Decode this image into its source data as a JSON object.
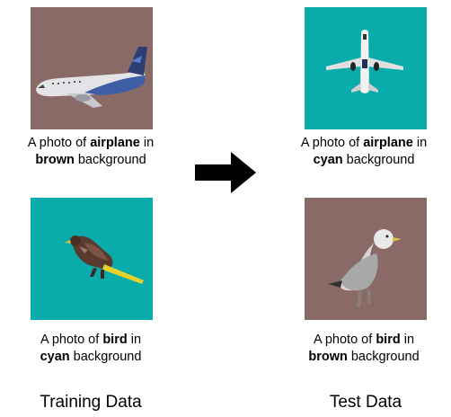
{
  "colors": {
    "brown": "#8a6a66",
    "cyan": "#0aabab"
  },
  "panels": [
    {
      "id": "train-airplane",
      "prefix": "A photo of ",
      "class_label": "airplane",
      "mid": " in",
      "bg_label": "brown",
      "suffix": " background",
      "bg_color": "#8a6a66",
      "subject": "airplane-side"
    },
    {
      "id": "train-bird",
      "prefix": "A photo of ",
      "class_label": "bird",
      "mid": " in",
      "bg_label": "cyan",
      "suffix": " background",
      "bg_color": "#0aabab",
      "subject": "bird-flying"
    },
    {
      "id": "test-airplane",
      "prefix": "A photo of ",
      "class_label": "airplane",
      "mid": " in",
      "bg_label": "cyan",
      "suffix": " background",
      "bg_color": "#0aabab",
      "subject": "airplane-top"
    },
    {
      "id": "test-bird",
      "prefix": "A photo of ",
      "class_label": "bird",
      "mid": " in",
      "bg_label": "brown",
      "suffix": " background",
      "bg_color": "#8a6a66",
      "subject": "gull-standing"
    }
  ],
  "labels": {
    "training": "Training Data",
    "test": "Test Data"
  },
  "arrow": {
    "icon": "right-arrow-icon"
  }
}
